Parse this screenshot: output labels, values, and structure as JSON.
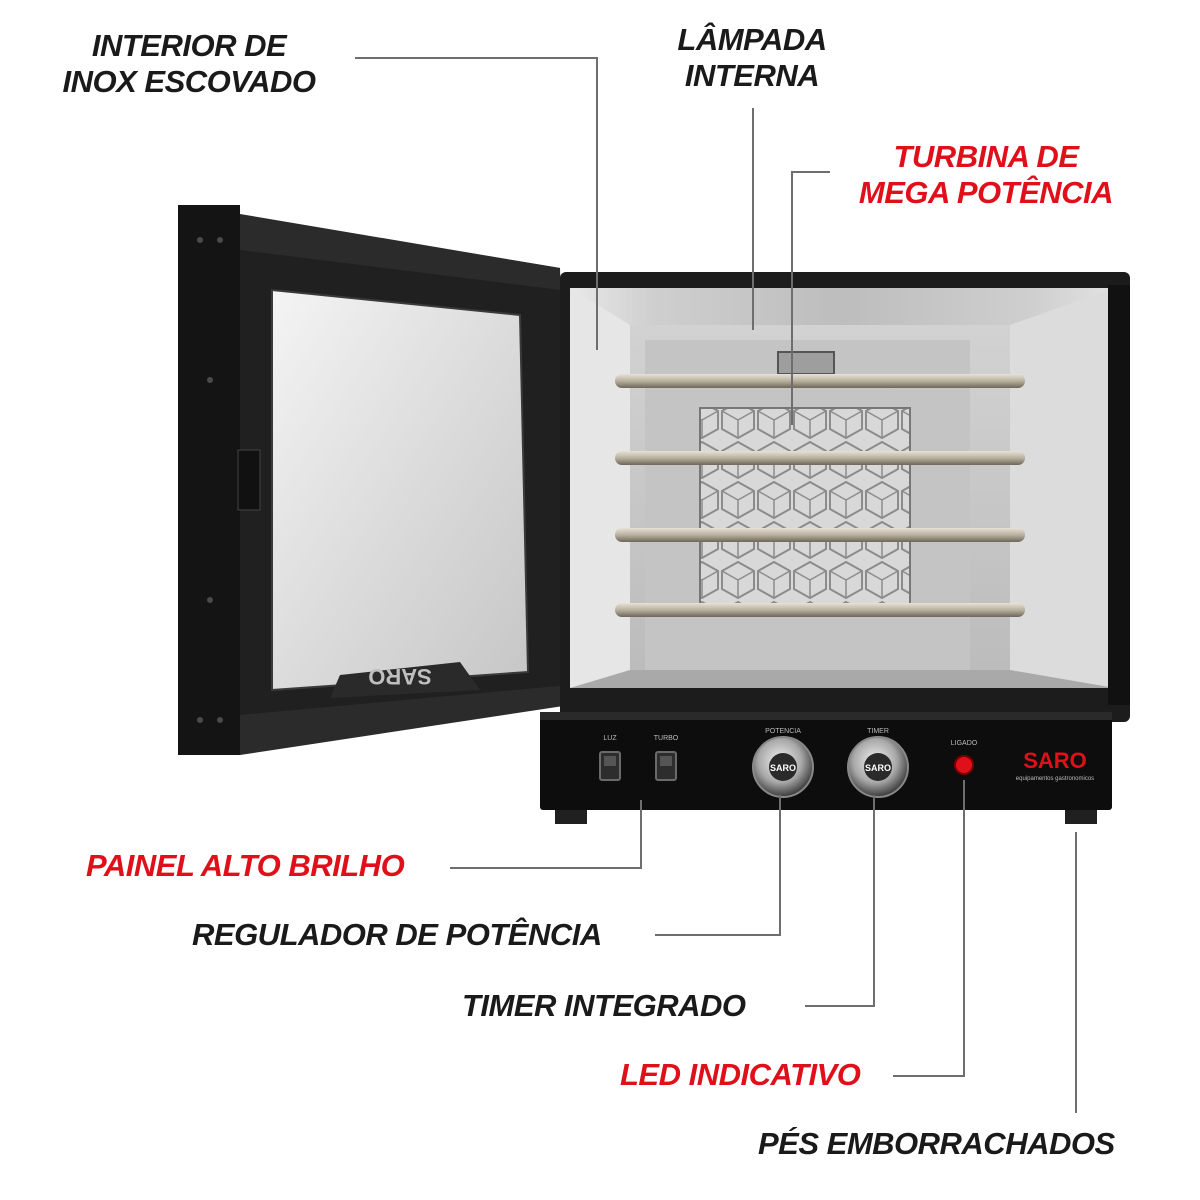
{
  "callouts": {
    "interior": {
      "line1": "INTERIOR DE",
      "line2": "INOX ESCOVADO"
    },
    "lampada": {
      "line1": "LÂMPADA",
      "line2": "INTERNA"
    },
    "turbina": {
      "line1": "TURBINA DE",
      "line2": "MEGA POTÊNCIA"
    },
    "painel": "PAINEL ALTO BRILHO",
    "regulador": "REGULADOR DE POTÊNCIA",
    "timer": "TIMER INTEGRADO",
    "led": "LED INDICATIVO",
    "pes": "PÉS EMBORRACHADOS"
  },
  "oven": {
    "brand": "SARO",
    "brand_tagline": "equipamentos gastronomicos",
    "door_logo": "SARO",
    "switch_labels": [
      "LUZ",
      "TURBO"
    ],
    "knob_labels": [
      "POTENCIA",
      "TIMER"
    ],
    "knob_brand": "SARO",
    "led_label": "LIGADO"
  },
  "colors": {
    "accent_red": "#e0101a",
    "text_dark": "#1a1a1a",
    "oven_body": "#1c1c1c",
    "interior_steel": "#c9c9c9"
  }
}
